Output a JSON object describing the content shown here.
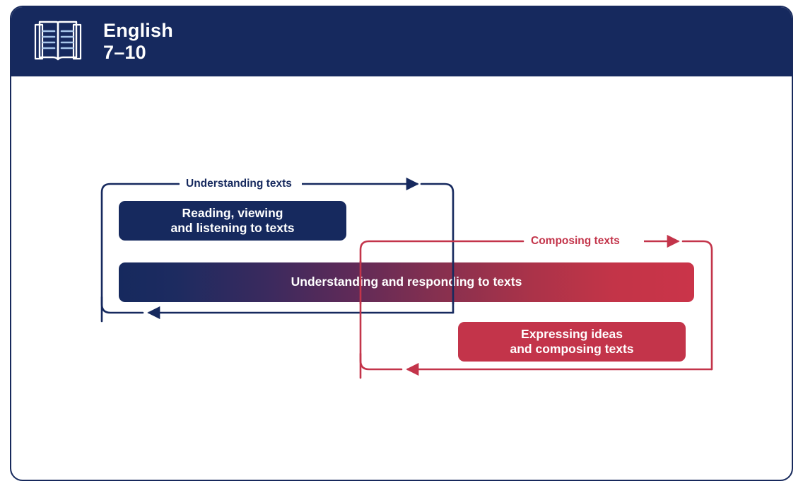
{
  "header": {
    "icon": "open-book-icon",
    "title": "English",
    "subtitle": "7–10",
    "background_color": "#16295e",
    "text_color": "#ffffff"
  },
  "diagram": {
    "type": "cycle-diagram",
    "loops": [
      {
        "id": "understanding-texts",
        "label": "Understanding texts",
        "color": "#16295e",
        "direction": "clockwise"
      },
      {
        "id": "composing-texts",
        "label": "Composing texts",
        "color": "#c3344a",
        "direction": "clockwise"
      }
    ],
    "strands": [
      {
        "id": "reading-viewing-listening",
        "lines": [
          "Reading, viewing",
          "and listening to texts"
        ],
        "color": "#16295e",
        "text_color": "#ffffff"
      },
      {
        "id": "understanding-and-responding",
        "lines": [
          "Understanding and responding to texts"
        ],
        "gradient_from": "#16295e",
        "gradient_to": "#ca3449",
        "text_color": "#ffffff"
      },
      {
        "id": "expressing-ideas-composing",
        "lines": [
          "Expressing ideas",
          "and composing texts"
        ],
        "color": "#c3344a",
        "text_color": "#ffffff"
      }
    ]
  },
  "card": {
    "border_color": "#17295c",
    "background_color": "#ffffff"
  }
}
